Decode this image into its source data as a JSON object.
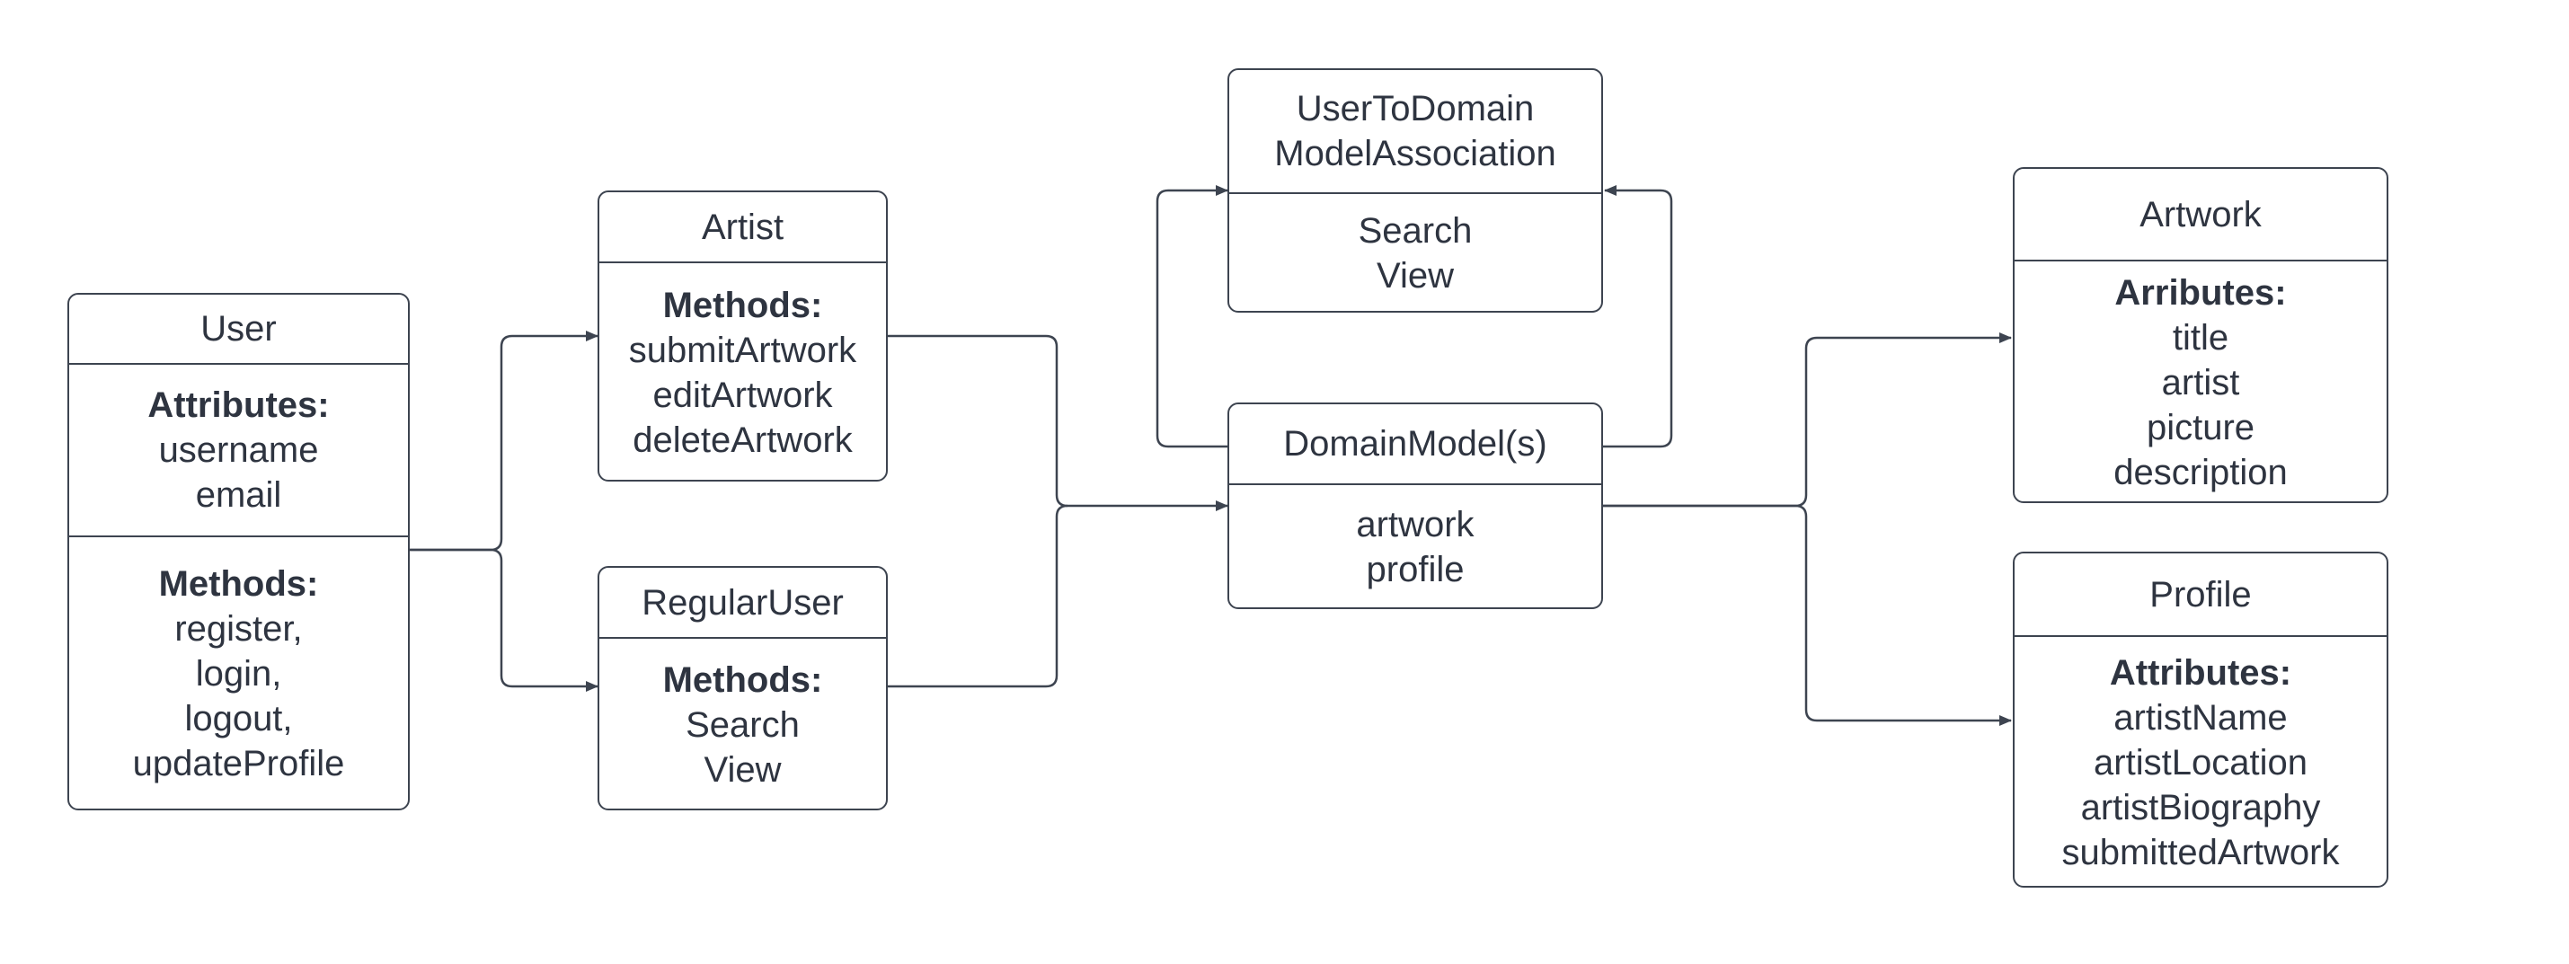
{
  "colors": {
    "line": "#3d4450",
    "text": "#2e3440",
    "background": "#ffffff"
  },
  "classes": {
    "user": {
      "name": "User",
      "attributes_label": "Attributes:",
      "attributes": [
        "username",
        "email"
      ],
      "methods_label": "Methods:",
      "methods": [
        "register,",
        "login,",
        "logout,",
        "updateProfile"
      ]
    },
    "artist": {
      "name": "Artist",
      "methods_label": "Methods:",
      "methods": [
        "submitArtwork",
        "editArtwork",
        "deleteArtwork"
      ]
    },
    "regular_user": {
      "name": "RegularUser",
      "methods_label": "Methods:",
      "methods": [
        "Search",
        "View"
      ]
    },
    "association": {
      "name_lines": [
        "UserToDomain",
        "ModelAssociation"
      ],
      "methods": [
        "Search",
        "View"
      ]
    },
    "domain_model": {
      "name": "DomainModel(s)",
      "members": [
        "artwork",
        "profile"
      ]
    },
    "artwork": {
      "name": "Artwork",
      "attributes_label": "Arributes:",
      "attributes": [
        "title",
        "artist",
        "picture",
        "description"
      ]
    },
    "profile": {
      "name": "Profile",
      "attributes_label": "Attributes:",
      "attributes": [
        "artistName",
        "artistLocation",
        "artistBiography",
        "submittedArtwork"
      ]
    }
  }
}
